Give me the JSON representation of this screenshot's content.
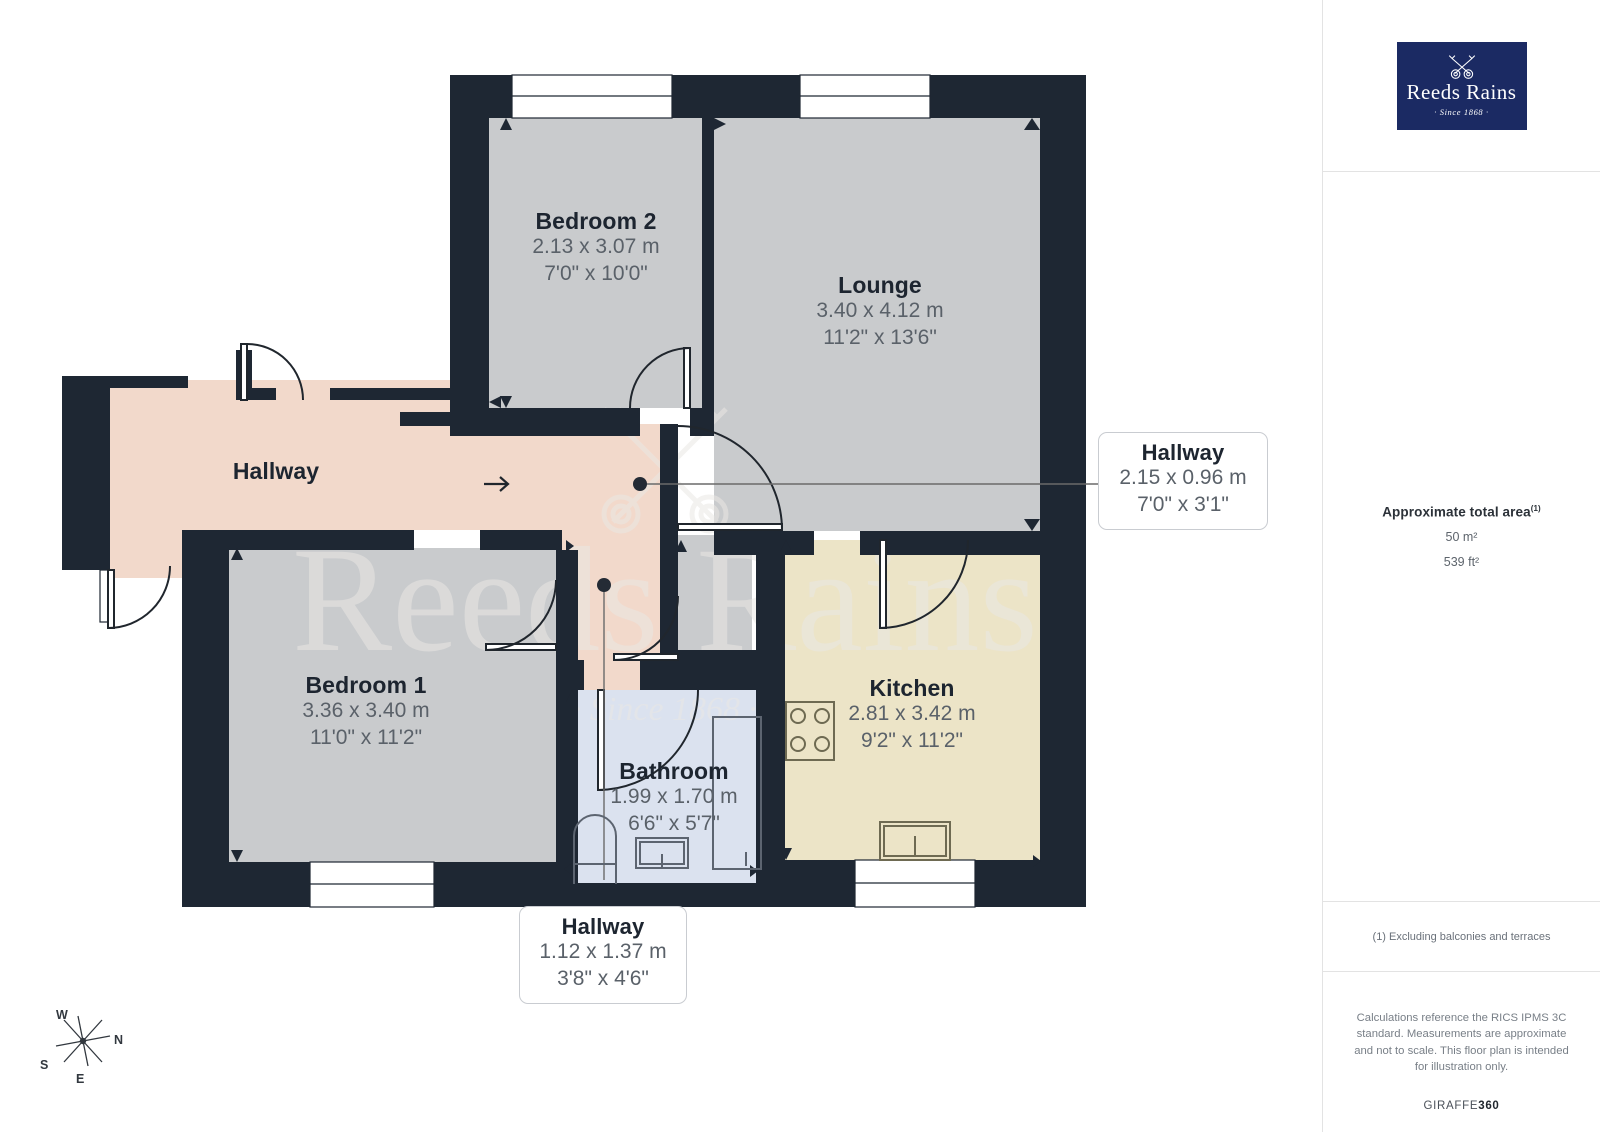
{
  "sidebar": {
    "logo": {
      "name": "Reeds Rains",
      "since": "· Since 1868 ·",
      "icon": "crossed-keys-icon",
      "bg": "#1b2a63"
    },
    "area": {
      "title": "Approximate total area",
      "sup": "(1)",
      "metric": "50 m²",
      "imperial": "539 ft²"
    },
    "footnote": "(1) Excluding balconies and terraces",
    "disclaimer": "Calculations reference the RICS IPMS 3C standard. Measurements are approximate and not to scale. This floor plan is intended for illustration only.",
    "brand_prefix": "GIRAFFE",
    "brand_suffix": "360"
  },
  "watermark": {
    "line1": "Reeds Rains",
    "line2": "· Since 1868 ·"
  },
  "compass": {
    "n": "N",
    "e": "E",
    "s": "S",
    "w": "W"
  },
  "colors": {
    "wall": "#1e2733",
    "room_grey": "#c9cbcd",
    "hallway_pink": "#f2d9cb",
    "bathroom_blue": "#dbe2ef",
    "kitchen_cream": "#ece4c7",
    "window": "#ffffff",
    "text_dark": "#1d2530",
    "text_grey": "#5a6169"
  },
  "rooms": [
    {
      "id": "bedroom2",
      "name": "Bedroom 2",
      "metric": "2.13 x 3.07 m",
      "imperial": "7'0\" x 10'0\""
    },
    {
      "id": "lounge",
      "name": "Lounge",
      "metric": "3.40 x 4.12 m",
      "imperial": "11'2\" x 13'6\""
    },
    {
      "id": "hallway",
      "name": "Hallway",
      "metric": "",
      "imperial": ""
    },
    {
      "id": "bedroom1",
      "name": "Bedroom 1",
      "metric": "3.36 x 3.40 m",
      "imperial": "11'0\" x 11'2\""
    },
    {
      "id": "bathroom",
      "name": "Bathroom",
      "metric": "1.99 x 1.70 m",
      "imperial": "6'6\" x 5'7\""
    },
    {
      "id": "kitchen",
      "name": "Kitchen",
      "metric": "2.81 x 3.42 m",
      "imperial": "9'2\" x 11'2\""
    }
  ],
  "callouts": [
    {
      "id": "hallway-right",
      "name": "Hallway",
      "metric": "2.15 x 0.96 m",
      "imperial": "7'0\" x 3'1\""
    },
    {
      "id": "hallway-bottom",
      "name": "Hallway",
      "metric": "1.12 x 1.37 m",
      "imperial": "3'8\" x 4'6\""
    }
  ]
}
